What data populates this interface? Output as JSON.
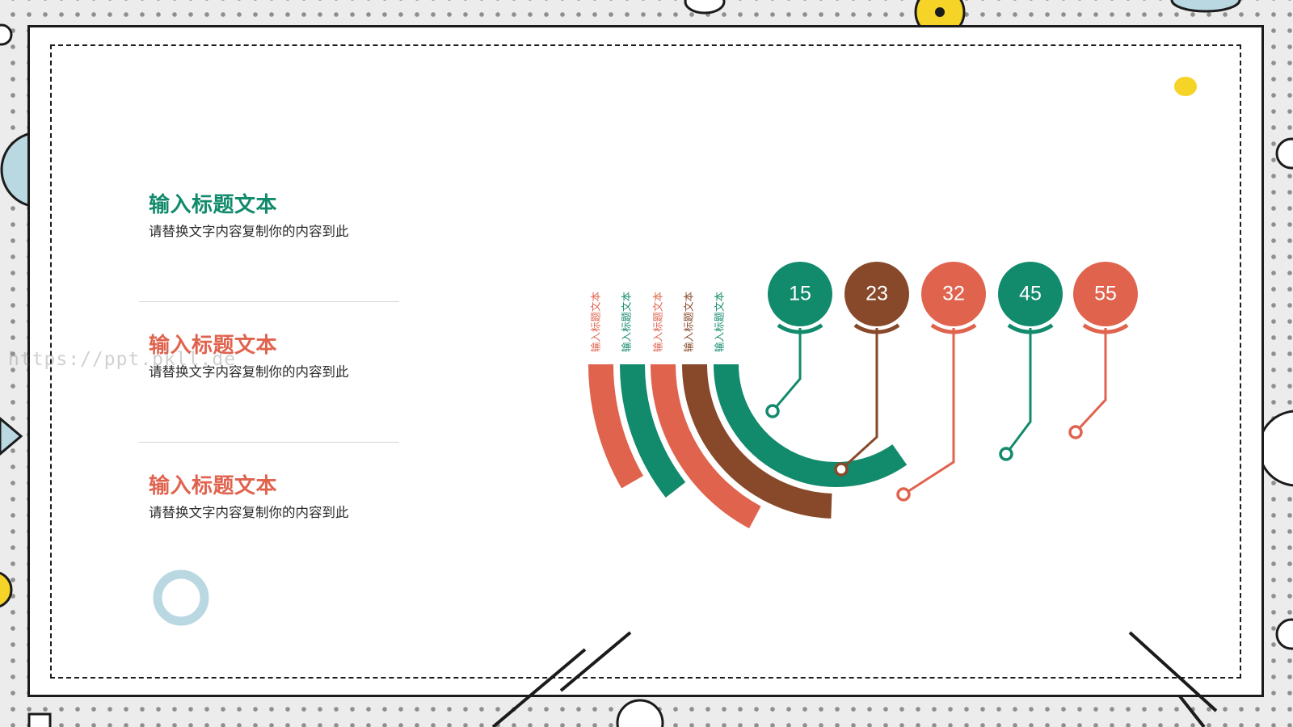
{
  "colors": {
    "green": "#128a6c",
    "brown": "#87492a",
    "coral": "#e0634e",
    "yellow": "#f5d327",
    "lightblue": "#b9d8e2"
  },
  "text_items": [
    {
      "title": "输入标题文本",
      "desc": "请替换文字内容复制你的内容到此",
      "color": "#128a6c"
    },
    {
      "title": "输入标题文本",
      "desc": "请替换文字内容复制你的内容到此",
      "color": "#e0634e"
    },
    {
      "title": "输入标题文本",
      "desc": "请替换文字内容复制你的内容到此",
      "color": "#e0634e"
    }
  ],
  "watermark": "https://ppt.pkll.de",
  "chart_data": {
    "type": "radial-bar",
    "arc_labels": [
      {
        "label": "输入标题文本",
        "color": "#e0634e"
      },
      {
        "label": "输入标题文本",
        "color": "#128a6c"
      },
      {
        "label": "输入标题文本",
        "color": "#e0634e"
      },
      {
        "label": "输入标题文本",
        "color": "#87492a"
      },
      {
        "label": "输入标题文本",
        "color": "#128a6c"
      }
    ],
    "values": [
      {
        "value": "15",
        "color": "#128a6c"
      },
      {
        "value": "23",
        "color": "#87492a"
      },
      {
        "value": "32",
        "color": "#e0634e"
      },
      {
        "value": "45",
        "color": "#128a6c"
      },
      {
        "value": "55",
        "color": "#e0634e"
      }
    ]
  }
}
